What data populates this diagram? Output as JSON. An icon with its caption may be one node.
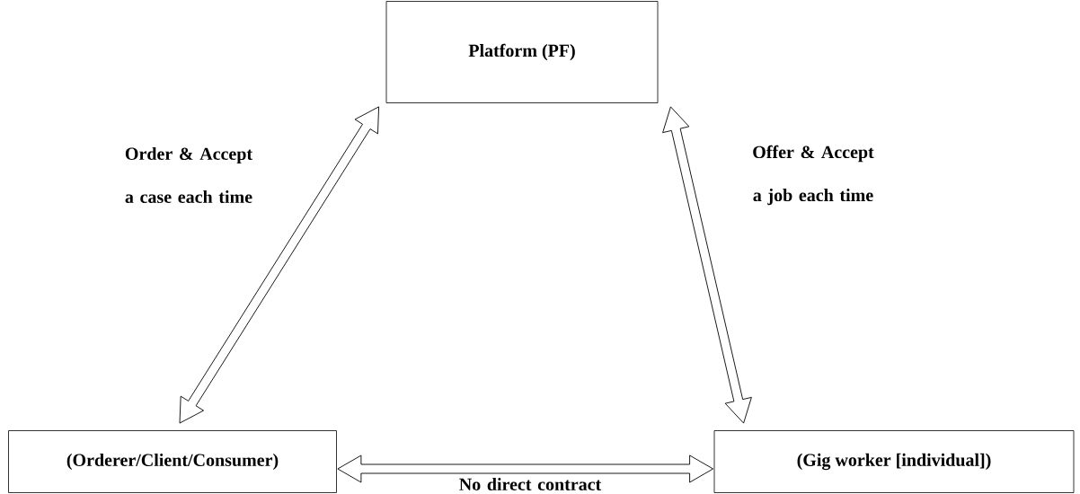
{
  "diagram": {
    "nodes": [
      {
        "text": [
          "Platform (PF)"
        ]
      },
      {
        "text": [
          "(Orderer/Client/Consumer)"
        ]
      },
      {
        "text": [
          "(Gig worker [individual])"
        ]
      }
    ],
    "edges": [
      {
        "from": 1,
        "to": 0,
        "arrow": "both",
        "label": "Order & Accept a case each time"
      },
      {
        "from": 2,
        "to": 0,
        "arrow": "both",
        "label": "Offer & Accept a job each time"
      },
      {
        "from": 1,
        "to": 2,
        "arrow": "both",
        "label": "No direct contract"
      }
    ]
  }
}
